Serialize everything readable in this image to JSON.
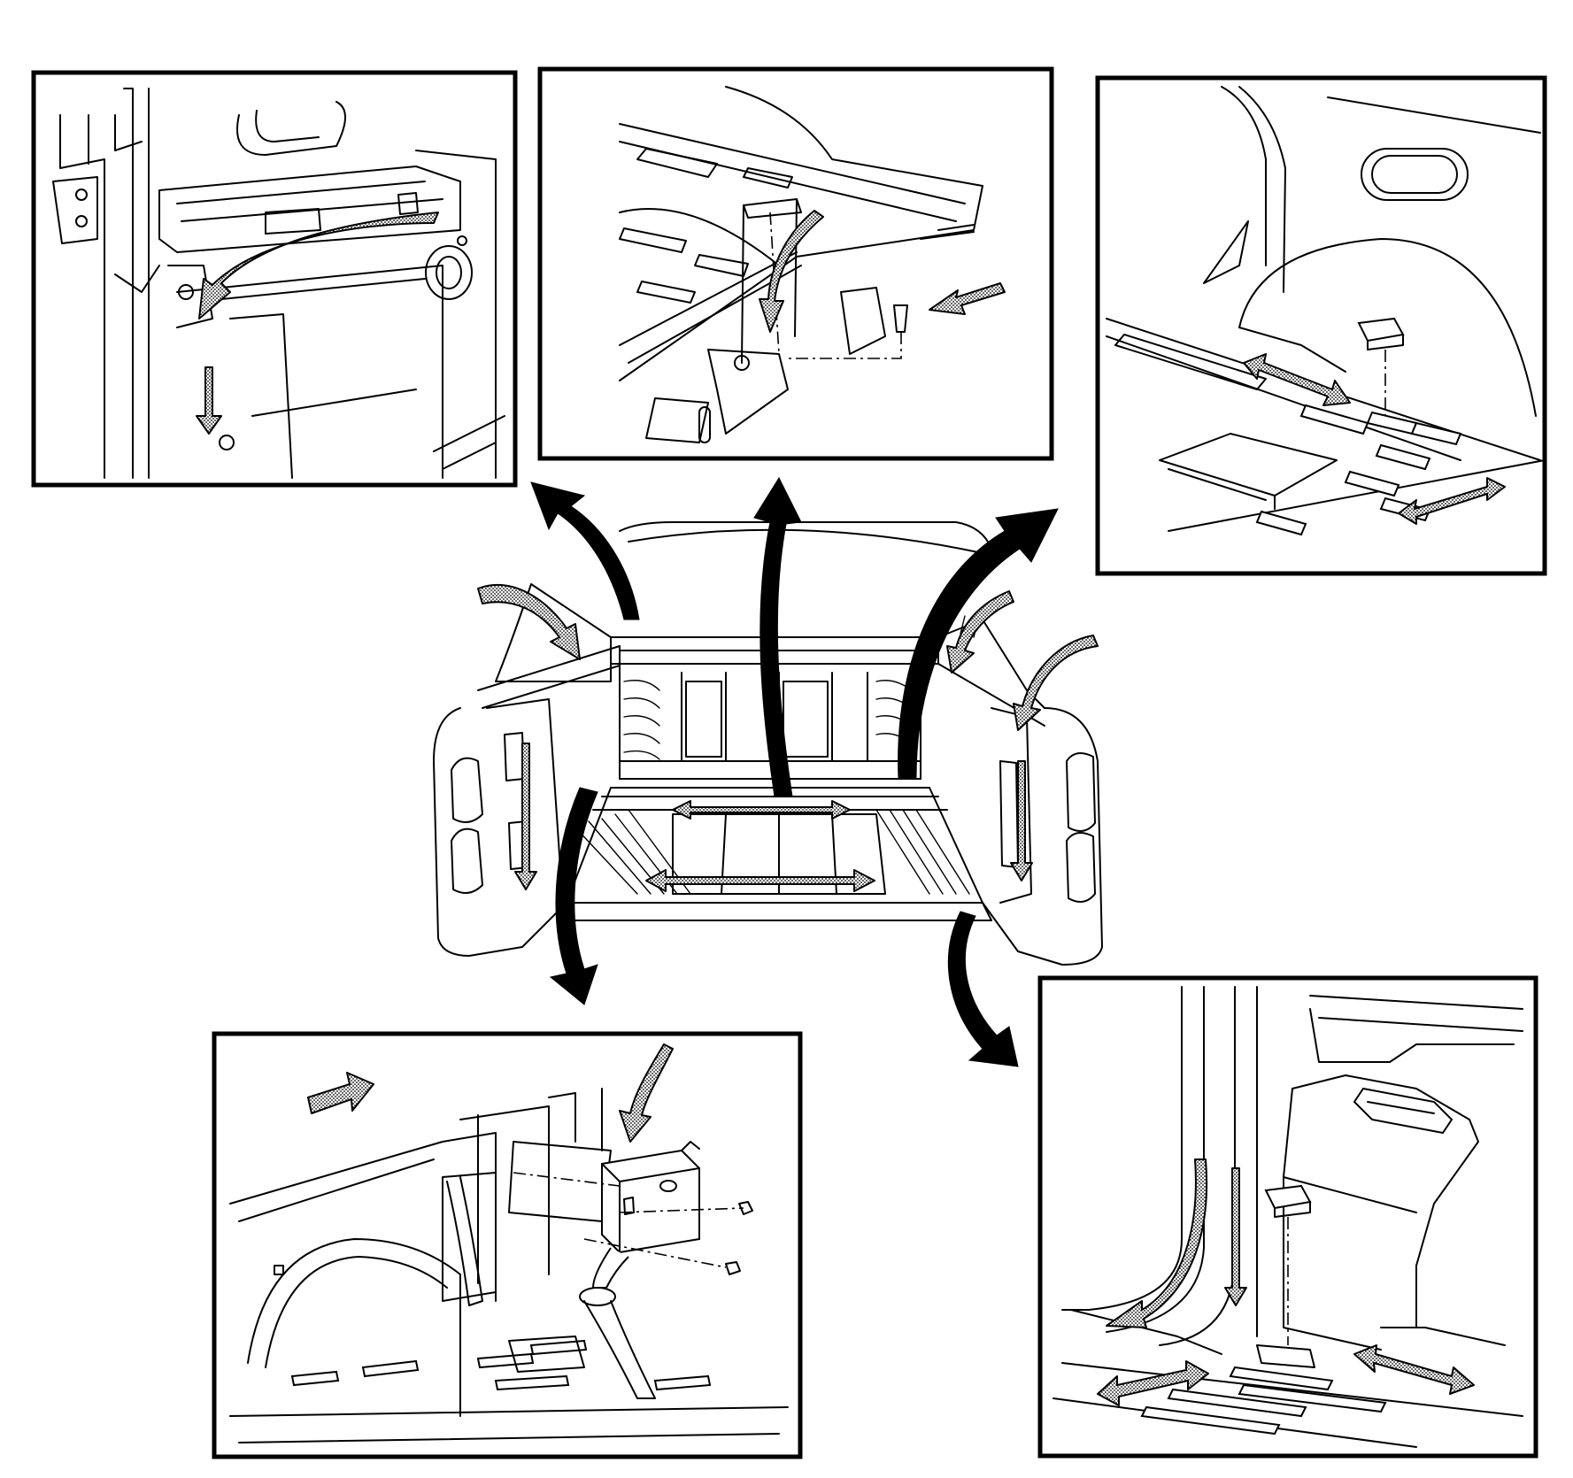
{
  "diagram": {
    "title": "",
    "panels": [
      {
        "id": "top-left",
        "label": ""
      },
      {
        "id": "top-center",
        "label": ""
      },
      {
        "id": "top-right",
        "label": ""
      },
      {
        "id": "bottom-left",
        "label": ""
      },
      {
        "id": "bottom-right",
        "label": ""
      }
    ],
    "center_view": {
      "label": ""
    },
    "arrow_style": {
      "solid": "#000000",
      "dotted_fill": "#9a9a9a"
    }
  }
}
